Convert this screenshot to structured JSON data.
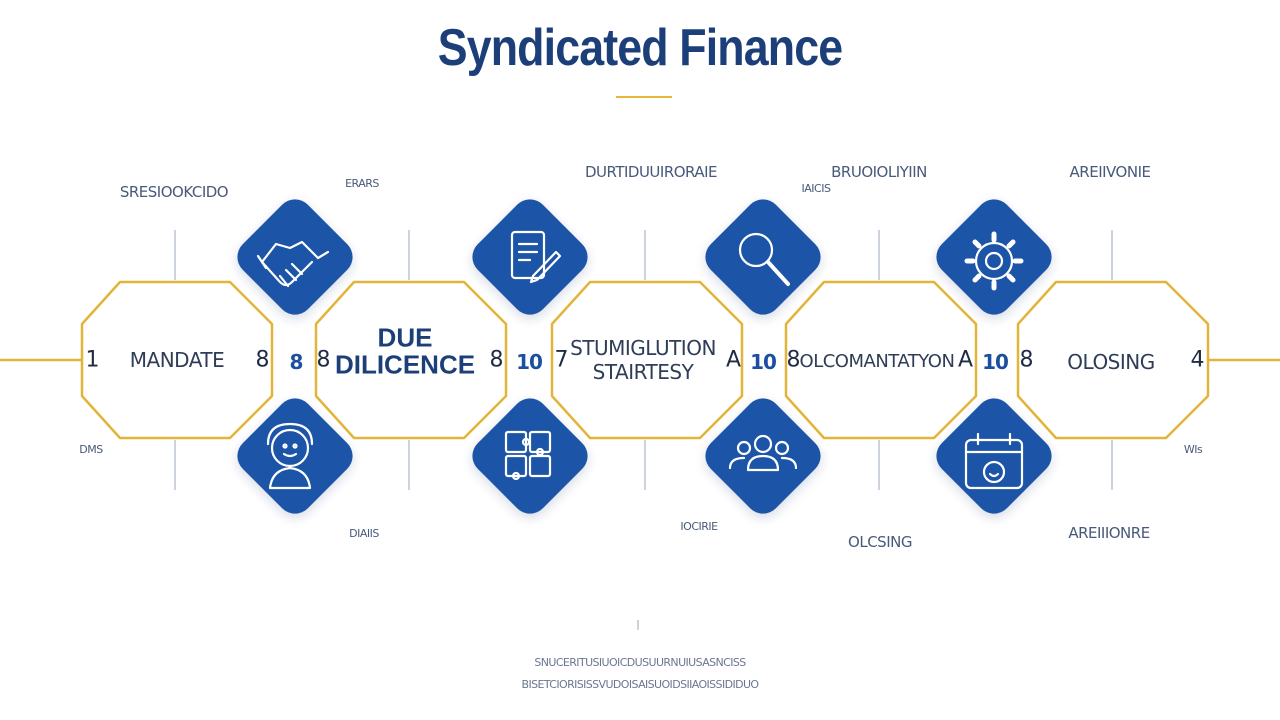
{
  "title": "Syndicated Finance",
  "stages": [
    {
      "label": "MANDATE",
      "left_num": "1",
      "right_num": "8"
    },
    {
      "label_line1": "DUE",
      "label_line2": "DILICENCE",
      "left_num": "8",
      "right_num": "8"
    },
    {
      "label_line1": "STUMIGLUTION",
      "label_line2": "STAIRTESY",
      "left_num": "7",
      "right_num": "A"
    },
    {
      "label": "OLCOMANTATYON",
      "left_num": "8",
      "right_num": "A"
    },
    {
      "label": "OLOSING",
      "left_num": "8",
      "right_num": "4"
    }
  ],
  "between_numbers": [
    "8",
    "10",
    "10",
    "10"
  ],
  "top_labels": [
    "SRESIOOKCIDO",
    "ERARS",
    "DURTIDUUIRORAIE",
    "IAICIS",
    "BRUOIOLIYIIN",
    "AREIIVONIE"
  ],
  "bottom_labels": [
    "DMS",
    "DIAIIS",
    "IOCIRIE",
    "OLCSING",
    "AREIIIONRE",
    "WIs"
  ],
  "icons_top": [
    "handshake-icon",
    "document-icon",
    "magnifier-icon",
    "gear-icon"
  ],
  "icons_bottom": [
    "person-icon",
    "puzzle-icon",
    "team-icon",
    "calendar-icon"
  ],
  "footer_line1": "SNUCERITUSIUOICDUSUURNUIUSASNCISS",
  "footer_line2": "BISETCIORISISSVUDOISAISUOIDSIIAOISSIDIDUO",
  "footer_mark": "I",
  "colors": {
    "blue": "#1f55a8",
    "gold": "#e2b43a",
    "title": "#1c3f7a"
  }
}
